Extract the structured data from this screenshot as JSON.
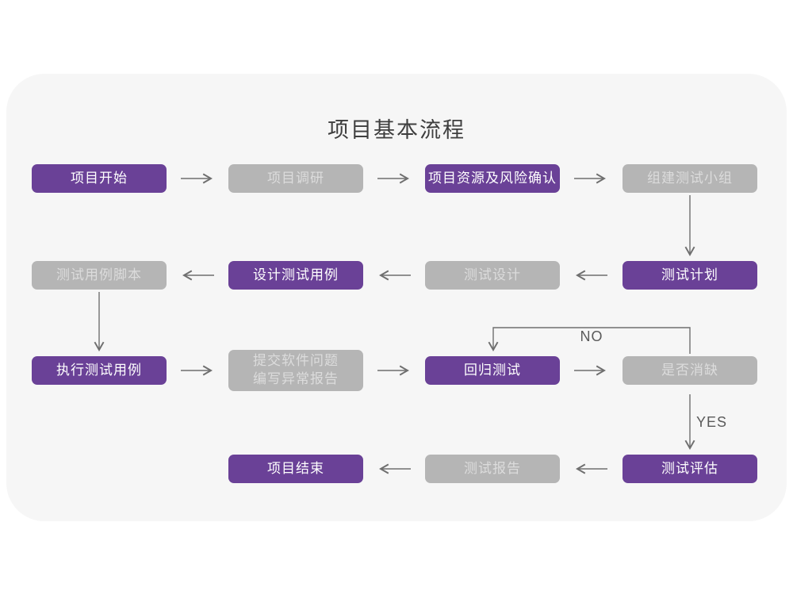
{
  "title": "项目基本流程",
  "colors": {
    "page_background": "#ffffff",
    "card_background": "#f6f6f6",
    "node_purple": "#6a4197",
    "node_gray": "#b5b5b5",
    "node_purple_text": "#ffffff",
    "node_gray_text": "#dcdcdc",
    "arrow": "#6f6f6f",
    "title_text": "#3e3e3e",
    "edge_label_text": "#5a5a5a"
  },
  "nodes": [
    {
      "label": "项目开始",
      "variant": "purple"
    },
    {
      "label": "项目调研",
      "variant": "gray"
    },
    {
      "label": "项目资源及风险确认",
      "variant": "purple"
    },
    {
      "label": "组建测试小组",
      "variant": "gray"
    },
    {
      "label": "测试用例脚本",
      "variant": "gray"
    },
    {
      "label": "设计测试用例",
      "variant": "purple"
    },
    {
      "label": "测试设计",
      "variant": "gray"
    },
    {
      "label": "测试计划",
      "variant": "purple"
    },
    {
      "label": "执行测试用例",
      "variant": "purple"
    },
    {
      "lines": [
        "提交软件问题",
        "编写异常报告"
      ],
      "variant": "gray"
    },
    {
      "label": "回归测试",
      "variant": "purple"
    },
    {
      "label": "是否消缺",
      "variant": "gray"
    },
    {
      "label": "测试评估",
      "variant": "purple"
    },
    {
      "label": "测试报告",
      "variant": "gray"
    },
    {
      "label": "项目结束",
      "variant": "purple"
    }
  ],
  "edge_labels": {
    "no": "NO",
    "yes": "YES"
  }
}
